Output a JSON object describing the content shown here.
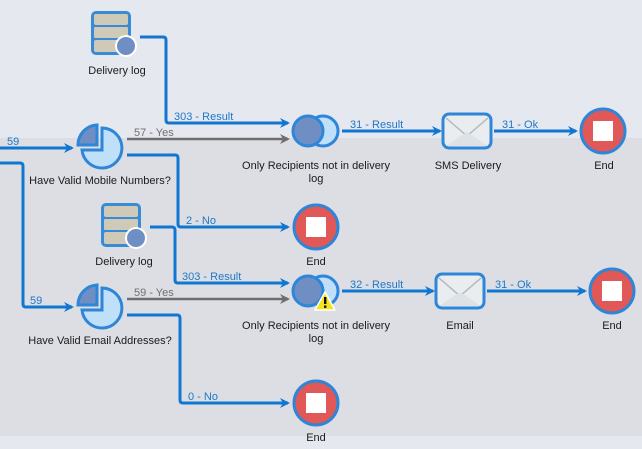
{
  "colors": {
    "connector_blue": "#1176d2",
    "connector_gray": "#6e6e6e",
    "end_red": "#e05858",
    "node_blue_dark": "#6f8fc4",
    "node_blue_light": "#bfe0f8",
    "background_light": "#e6e8ef",
    "background_band": "#dcdee3"
  },
  "nodes": {
    "delivery_log_1": {
      "label": "Delivery log",
      "icon": "database-icon"
    },
    "split_mobile": {
      "label": "Have Valid Mobile Numbers?",
      "icon": "pie-split-icon"
    },
    "exclusion_1": {
      "label": "Only Recipients not in delivery log",
      "icon": "exclusion-icon"
    },
    "sms_delivery": {
      "label": "SMS Delivery",
      "icon": "envelope-icon"
    },
    "end_1": {
      "label": "End",
      "icon": "stop-icon"
    },
    "end_2": {
      "label": "End",
      "icon": "stop-icon"
    },
    "delivery_log_2": {
      "label": "Delivery log",
      "icon": "database-icon"
    },
    "split_email": {
      "label": "Have Valid Email Addresses?",
      "icon": "pie-split-icon"
    },
    "exclusion_2": {
      "label": "Only Recipients not in delivery log",
      "icon": "exclusion-icon",
      "warning": "warning-icon"
    },
    "email": {
      "label": "Email",
      "icon": "envelope-icon"
    },
    "end_3": {
      "label": "End",
      "icon": "stop-icon"
    },
    "end_4": {
      "label": "End",
      "icon": "stop-icon"
    }
  },
  "edges": {
    "in_mobile": "59",
    "mobile_yes": "57 - Yes",
    "log1_result": "303 - Result",
    "excl1_result": "31 - Result",
    "sms_ok": "31 - Ok",
    "mobile_no": "2 - No",
    "log2_result": "303 - Result",
    "in_email": "59",
    "email_yes": "59 - Yes",
    "excl2_result": "32 - Result",
    "email_ok": "31 - Ok",
    "email_no": "0 - No"
  }
}
